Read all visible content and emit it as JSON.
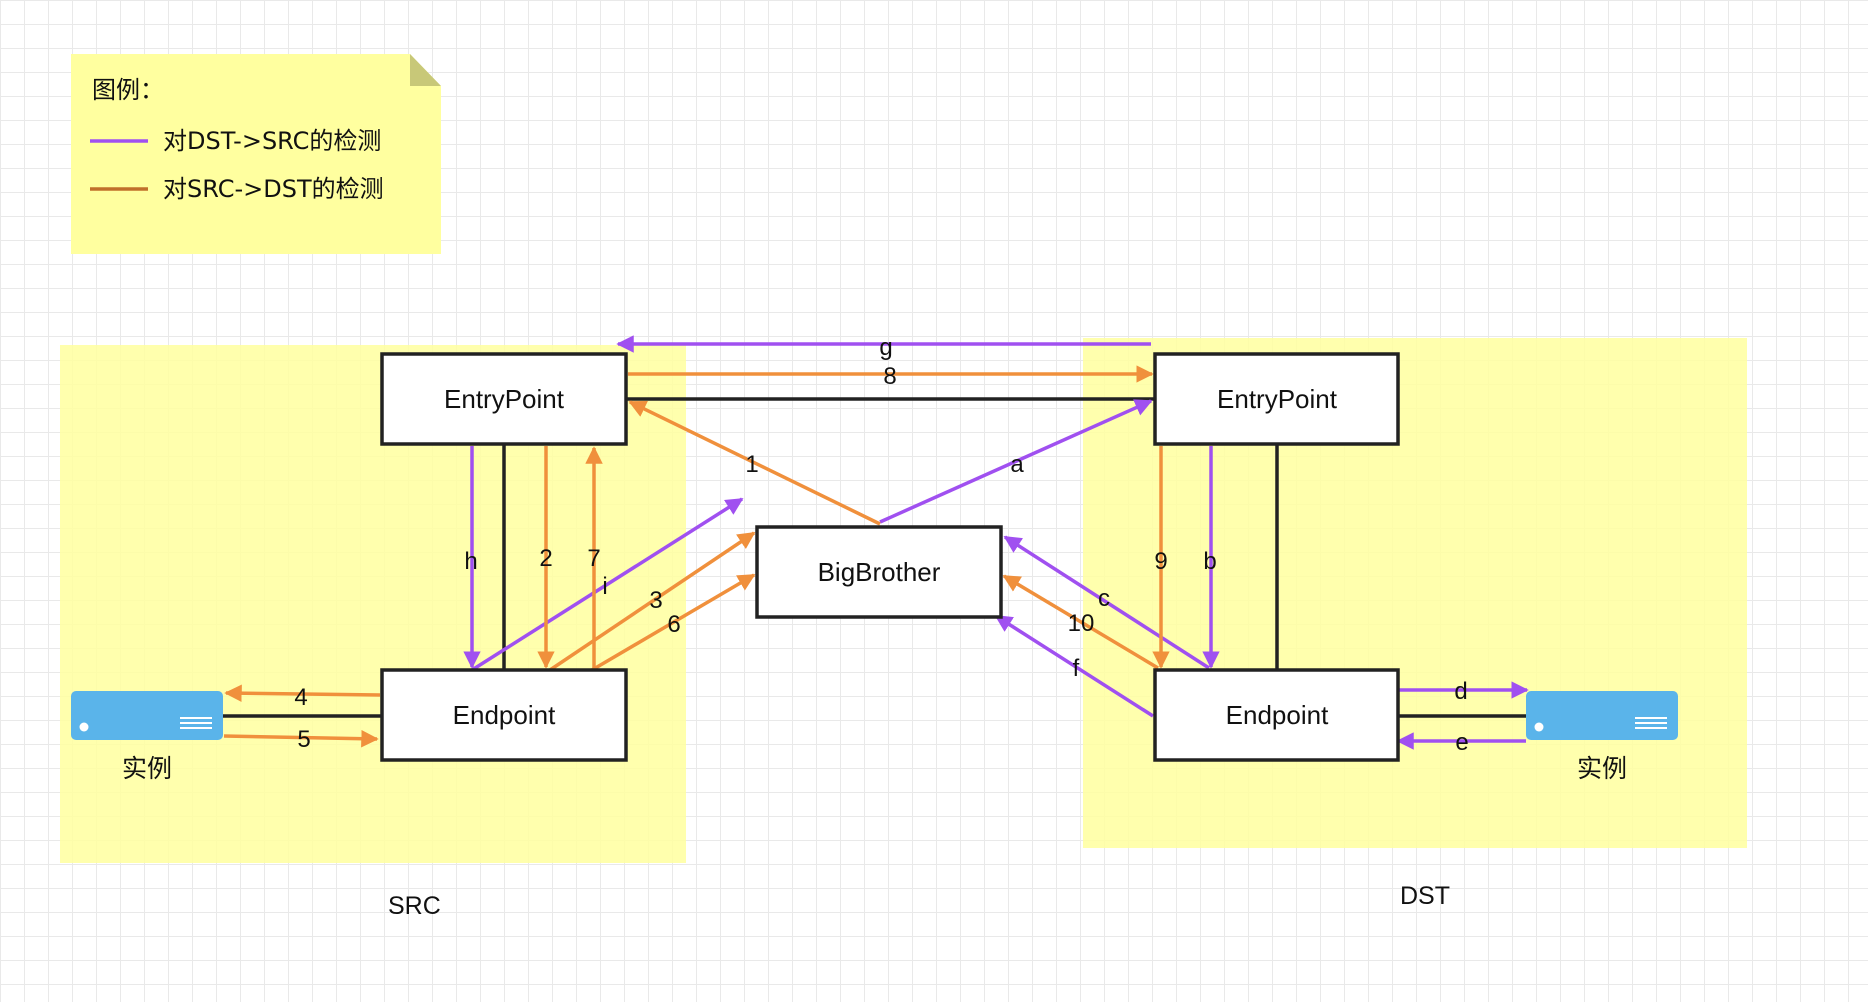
{
  "legend": {
    "title": "图例：",
    "items": [
      {
        "text": "对DST->SRC的检测",
        "color": "#a050f0"
      },
      {
        "text": "对SRC->DST的检测",
        "color": "#c0702a"
      }
    ]
  },
  "zones": {
    "src": "SRC",
    "dst": "DST"
  },
  "nodes": {
    "src_entry": "EntryPoint",
    "dst_entry": "EntryPoint",
    "bigbrother": "BigBrother",
    "src_endpoint": "Endpoint",
    "dst_endpoint": "Endpoint",
    "src_instance": "实例",
    "dst_instance": "实例"
  },
  "edges": {
    "g": "g",
    "8": "8",
    "1": "1",
    "a": "a",
    "h": "h",
    "2": "2",
    "7": "7",
    "i": "i",
    "3": "3",
    "6": "6",
    "4": "4",
    "5": "5",
    "9": "9",
    "b": "b",
    "c": "c",
    "10": "10",
    "f": "f",
    "d": "d",
    "e": "e"
  },
  "colors": {
    "dst_to_src": "#a050f0",
    "src_to_dst": "#f0903c",
    "zone": "#ffff9f"
  }
}
